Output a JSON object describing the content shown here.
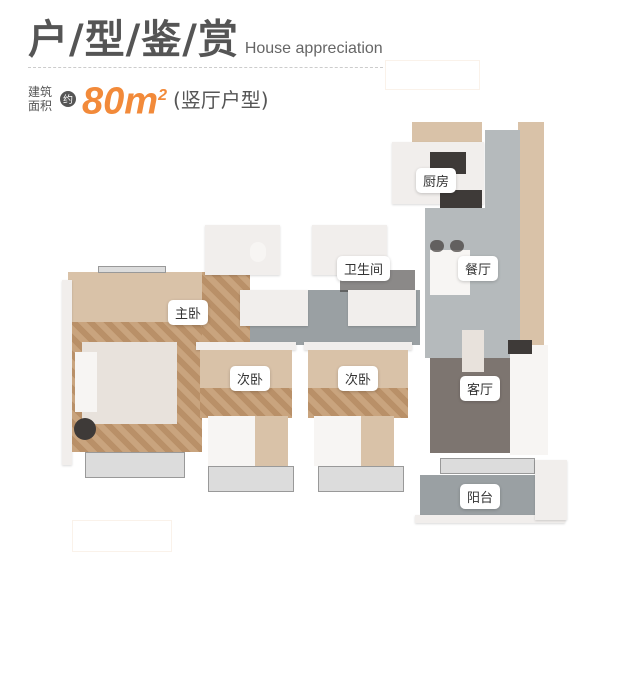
{
  "header": {
    "title_cn": "户/型/鉴/赏",
    "title_en": "House appreciation"
  },
  "area": {
    "label_line1": "建筑",
    "label_line2": "面积",
    "approx": "约",
    "value": "80m",
    "unit_sup": "2",
    "layout_type": "(竖厅户型)",
    "accent_color": "#f28a3a"
  },
  "floorplan": {
    "rooms": [
      {
        "key": "kitchen",
        "label": "厨房"
      },
      {
        "key": "bathroom",
        "label": "卫生间"
      },
      {
        "key": "dining",
        "label": "餐厅"
      },
      {
        "key": "master_bedroom",
        "label": "主卧"
      },
      {
        "key": "second_bedroom_1",
        "label": "次卧"
      },
      {
        "key": "second_bedroom_2",
        "label": "次卧"
      },
      {
        "key": "living_room",
        "label": "客厅"
      },
      {
        "key": "balcony",
        "label": "阳台"
      }
    ]
  }
}
